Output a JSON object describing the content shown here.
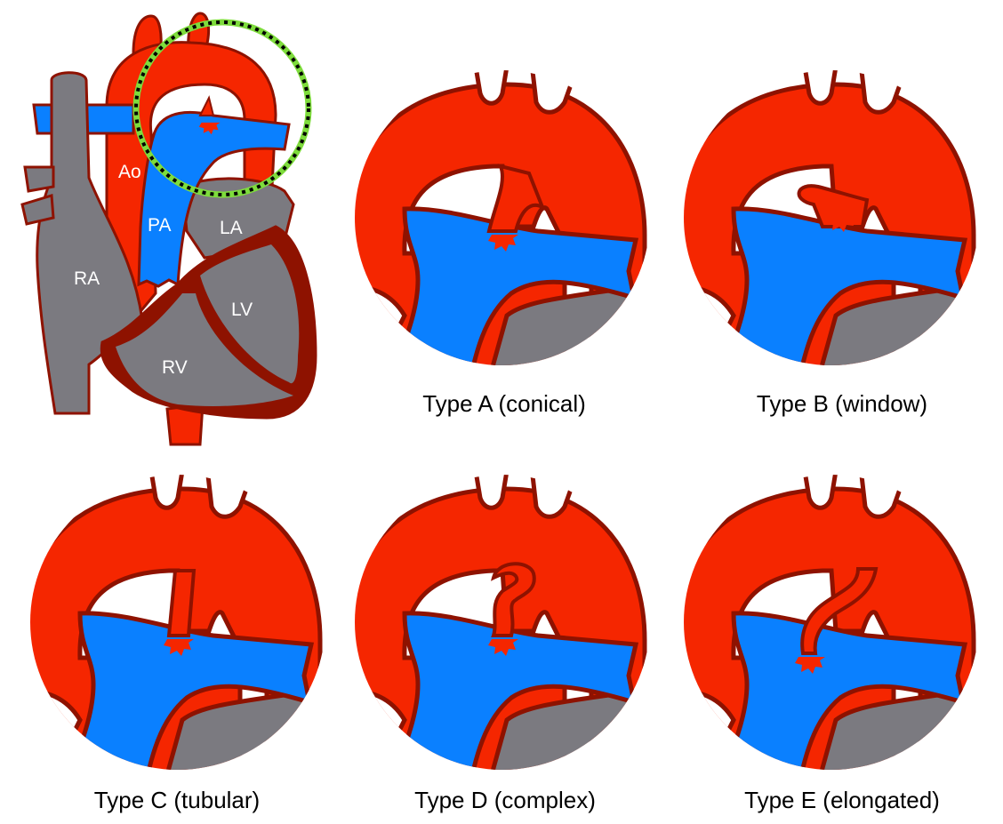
{
  "heart": {
    "labels": {
      "ao": "Ao",
      "pa": "PA",
      "la": "LA",
      "ra": "RA",
      "lv": "LV",
      "rv": "RV"
    }
  },
  "panels": [
    {
      "type": "A",
      "caption": "Type A (conical)"
    },
    {
      "type": "B",
      "caption": "Type B (window)"
    },
    {
      "type": "C",
      "caption": "Type C (tubular)"
    },
    {
      "type": "D",
      "caption": "Type D (complex)"
    },
    {
      "type": "E",
      "caption": "Type E (elongated)"
    }
  ],
  "colors": {
    "aorta": "#f52600",
    "outline": "#8e1200",
    "pa": "#0a80ff",
    "chamber": "#7b7a80",
    "highlight": "#7edc3c"
  }
}
